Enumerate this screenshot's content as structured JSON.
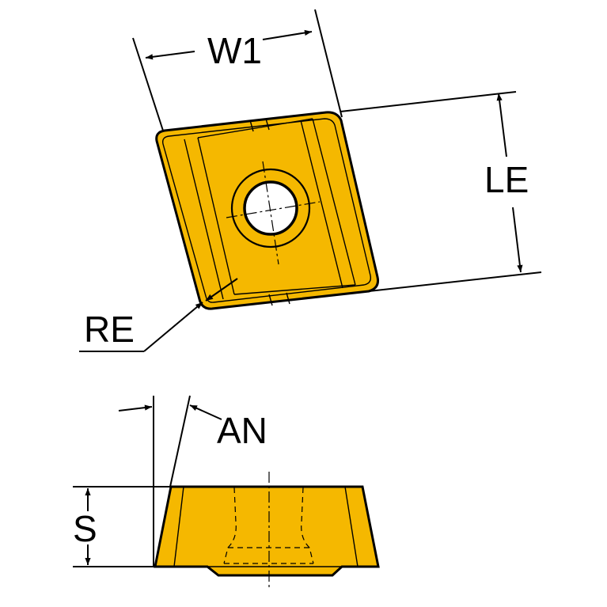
{
  "labels": {
    "width": "W1",
    "edge_length": "LE",
    "corner_radius": "RE",
    "clearance_angle": "AN",
    "thickness": "S"
  },
  "colors": {
    "insert_fill": "#F5B800",
    "outline": "#000000",
    "background": "#FFFFFF"
  }
}
